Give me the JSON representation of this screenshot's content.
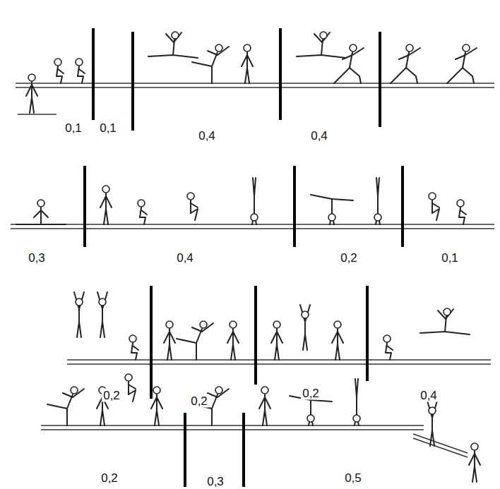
{
  "diagram": {
    "labels": [
      "0,1",
      "0,1",
      "0,4",
      "0,4",
      "0,3",
      "0,4",
      "0,2",
      "0,1",
      "0,2",
      "0,2",
      "0,2",
      "0,4",
      "0,2",
      "0,3",
      "0,5"
    ]
  }
}
